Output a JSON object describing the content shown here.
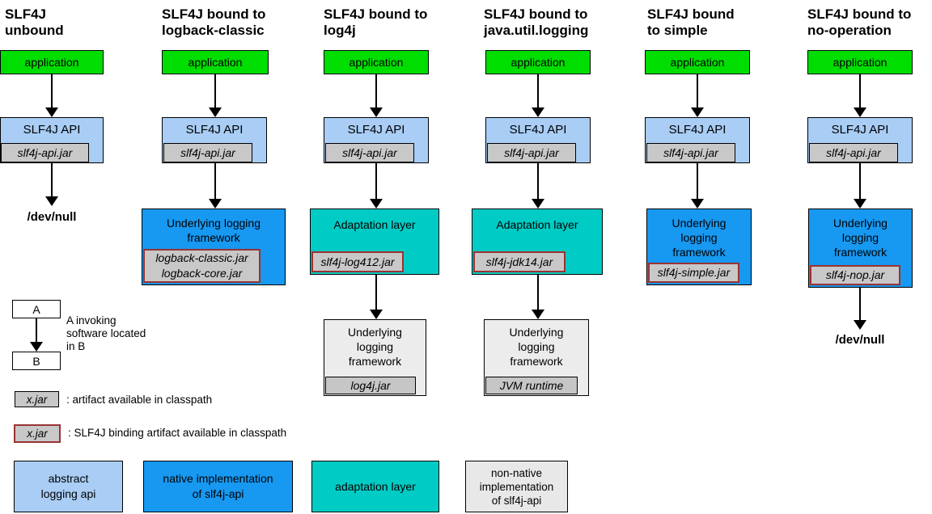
{
  "labels": {
    "application": "application",
    "api": "SLF4J API",
    "api_jar": "slf4j-api.jar",
    "adaptation": "Adaptation layer",
    "framework_wide": "Underlying logging\nframework",
    "framework_narrow": "Underlying\nlogging\nframework",
    "devnull": "/dev/null"
  },
  "columns": [
    {
      "title": "SLF4J\nunbound"
    },
    {
      "title": "SLF4J bound to\nlogback-classic",
      "binding_jar": "logback-classic.jar\nlogback-core.jar"
    },
    {
      "title": "SLF4J bound to\nlog4j",
      "binding_jar": "slf4j-log412.jar",
      "framework_jar": "log4j.jar"
    },
    {
      "title": "SLF4J bound to\njava.util.logging",
      "binding_jar": "slf4j-jdk14.jar",
      "framework_jar": "JVM runtime"
    },
    {
      "title": "SLF4J bound\nto simple",
      "binding_jar": "slf4j-simple.jar"
    },
    {
      "title": "SLF4J bound to\nno-operation",
      "binding_jar": "slf4j-nop.jar"
    }
  ],
  "legend": {
    "invoke": {
      "a": "A",
      "b": "B",
      "caption": "A invoking\nsoftware located\nin B"
    },
    "artifact": {
      "jar": "x.jar",
      "caption": ": artifact available in classpath"
    },
    "binding": {
      "jar": "x.jar",
      "caption": ": SLF4J binding artifact available in classpath"
    },
    "key": [
      {
        "label": "abstract\nlogging api"
      },
      {
        "label": "native implementation\nof slf4j-api"
      },
      {
        "label": "adaptation layer"
      },
      {
        "label": "non-native\nimplementation\nof slf4j-api"
      }
    ]
  },
  "colors": {
    "application": "#00dd00",
    "abstract_logging_api": "#a9cdf5",
    "native_implementation": "#1798f1",
    "adaptation_layer": "#00ccc5",
    "non_native_implementation": "#ececec",
    "artifact_jar": "#c8c8c8",
    "binding_border": "#993333"
  }
}
